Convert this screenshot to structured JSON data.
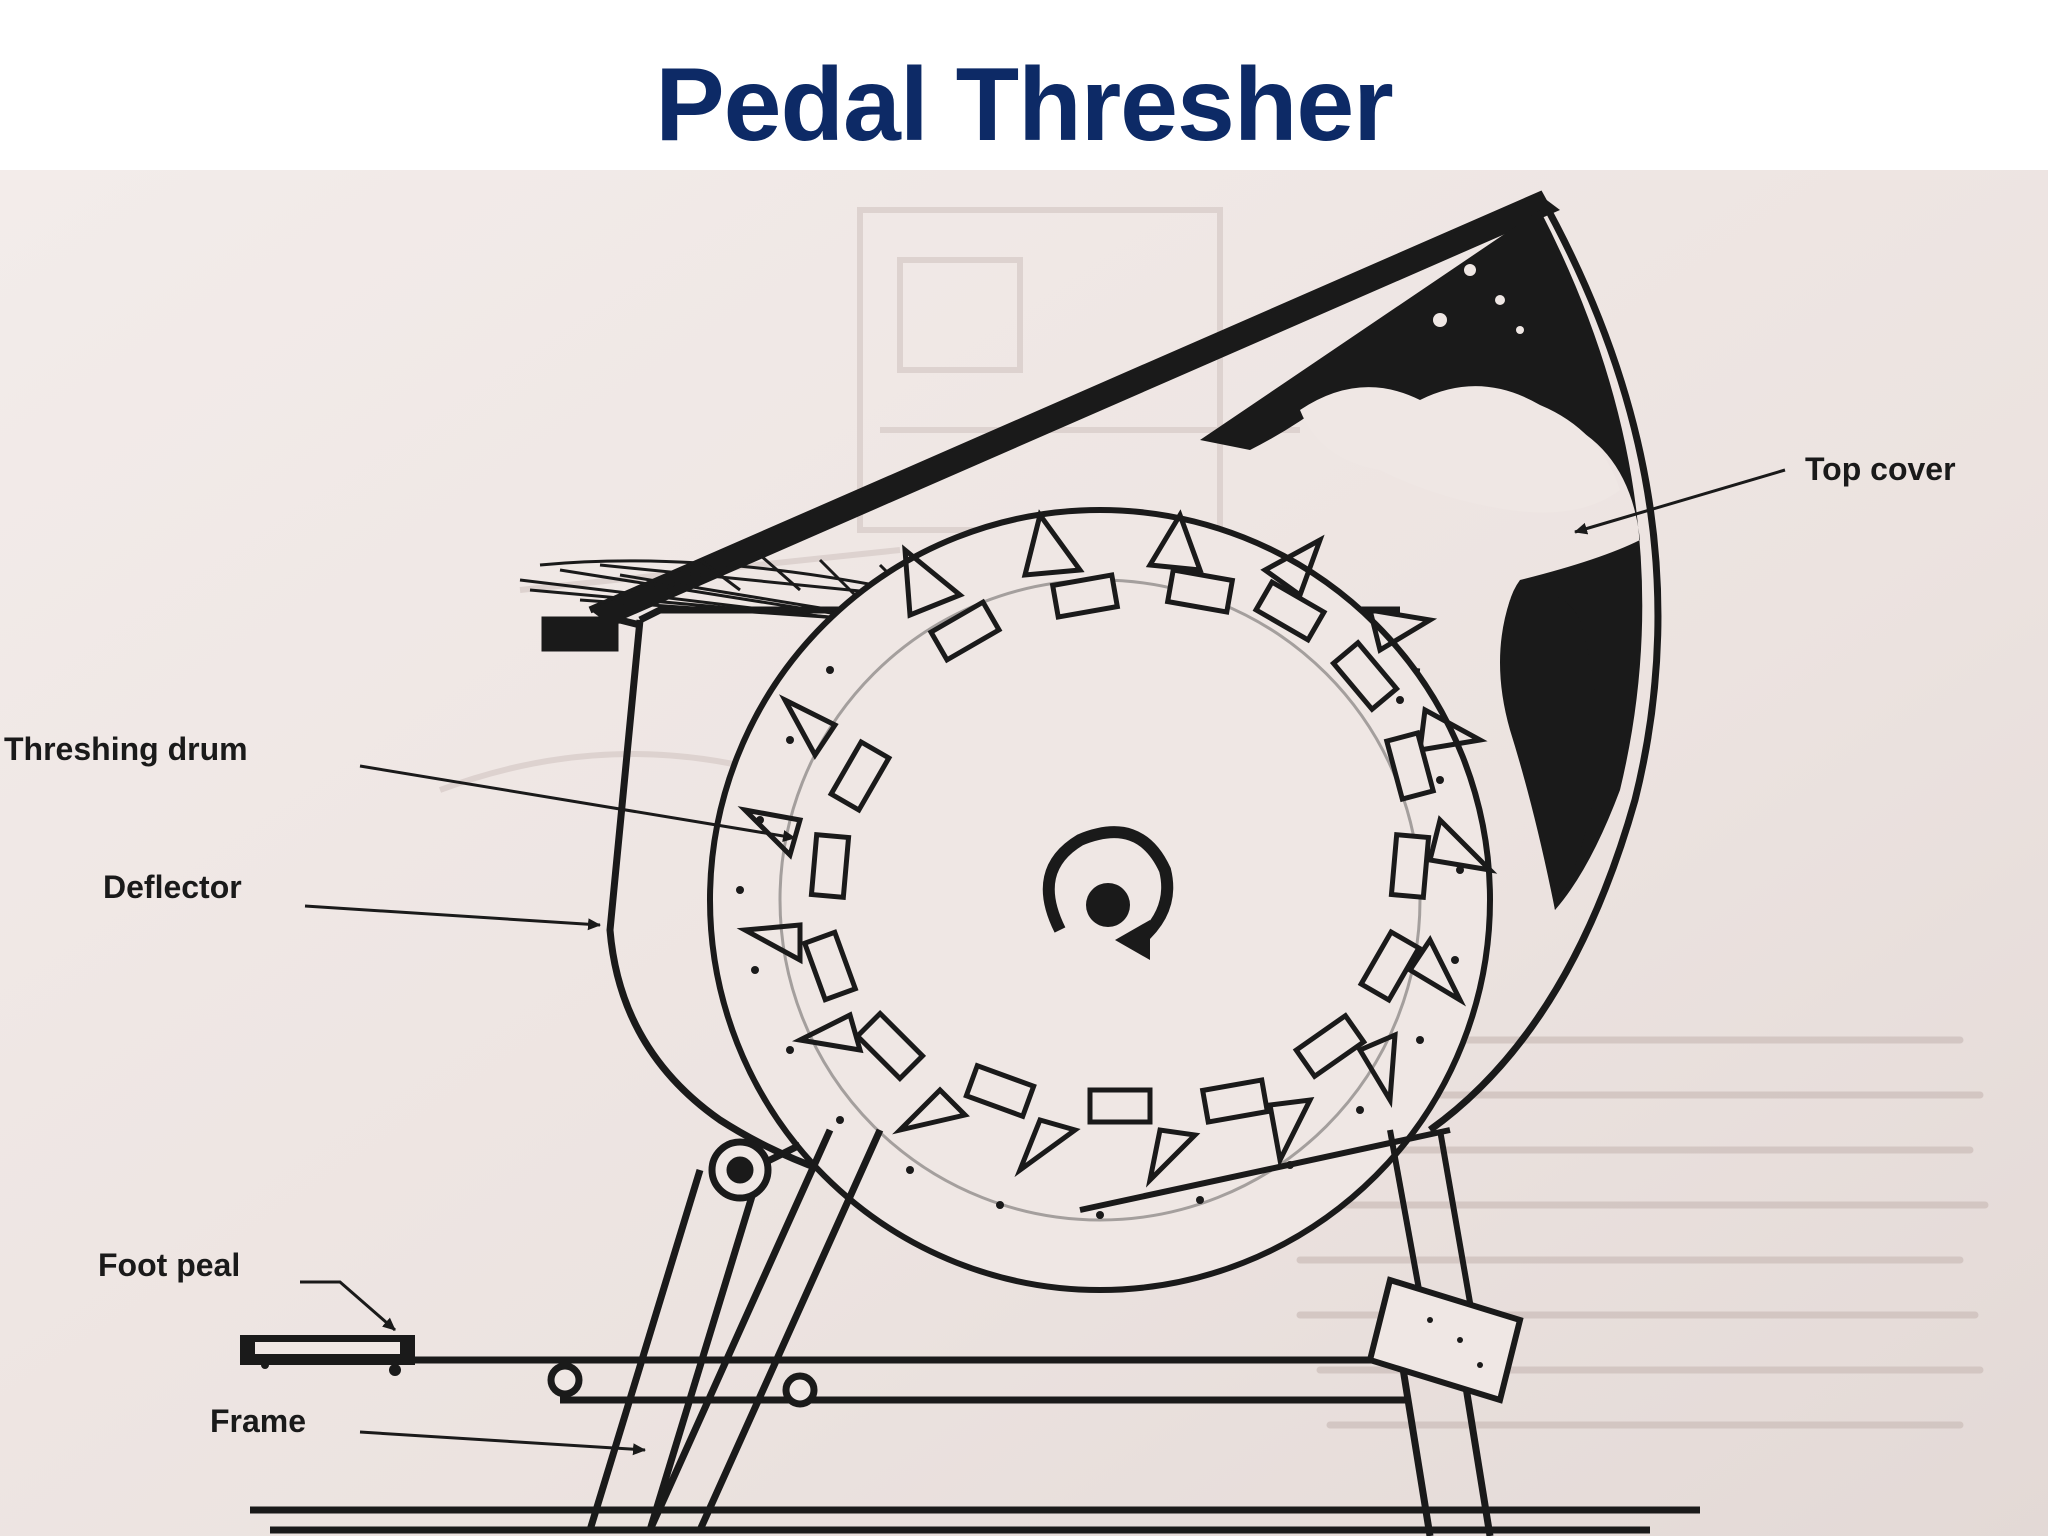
{
  "slide": {
    "title": "Pedal Thresher"
  },
  "diagram": {
    "labels": {
      "top_cover": "Top cover",
      "threshing_drum": "Threshing drum",
      "deflector": "Deflector",
      "foot_pedal": "Foot peal",
      "frame": "Frame"
    },
    "colors": {
      "title": "#0d2a66",
      "paper": "#efe7e4",
      "ink": "#1a1a1a"
    }
  }
}
